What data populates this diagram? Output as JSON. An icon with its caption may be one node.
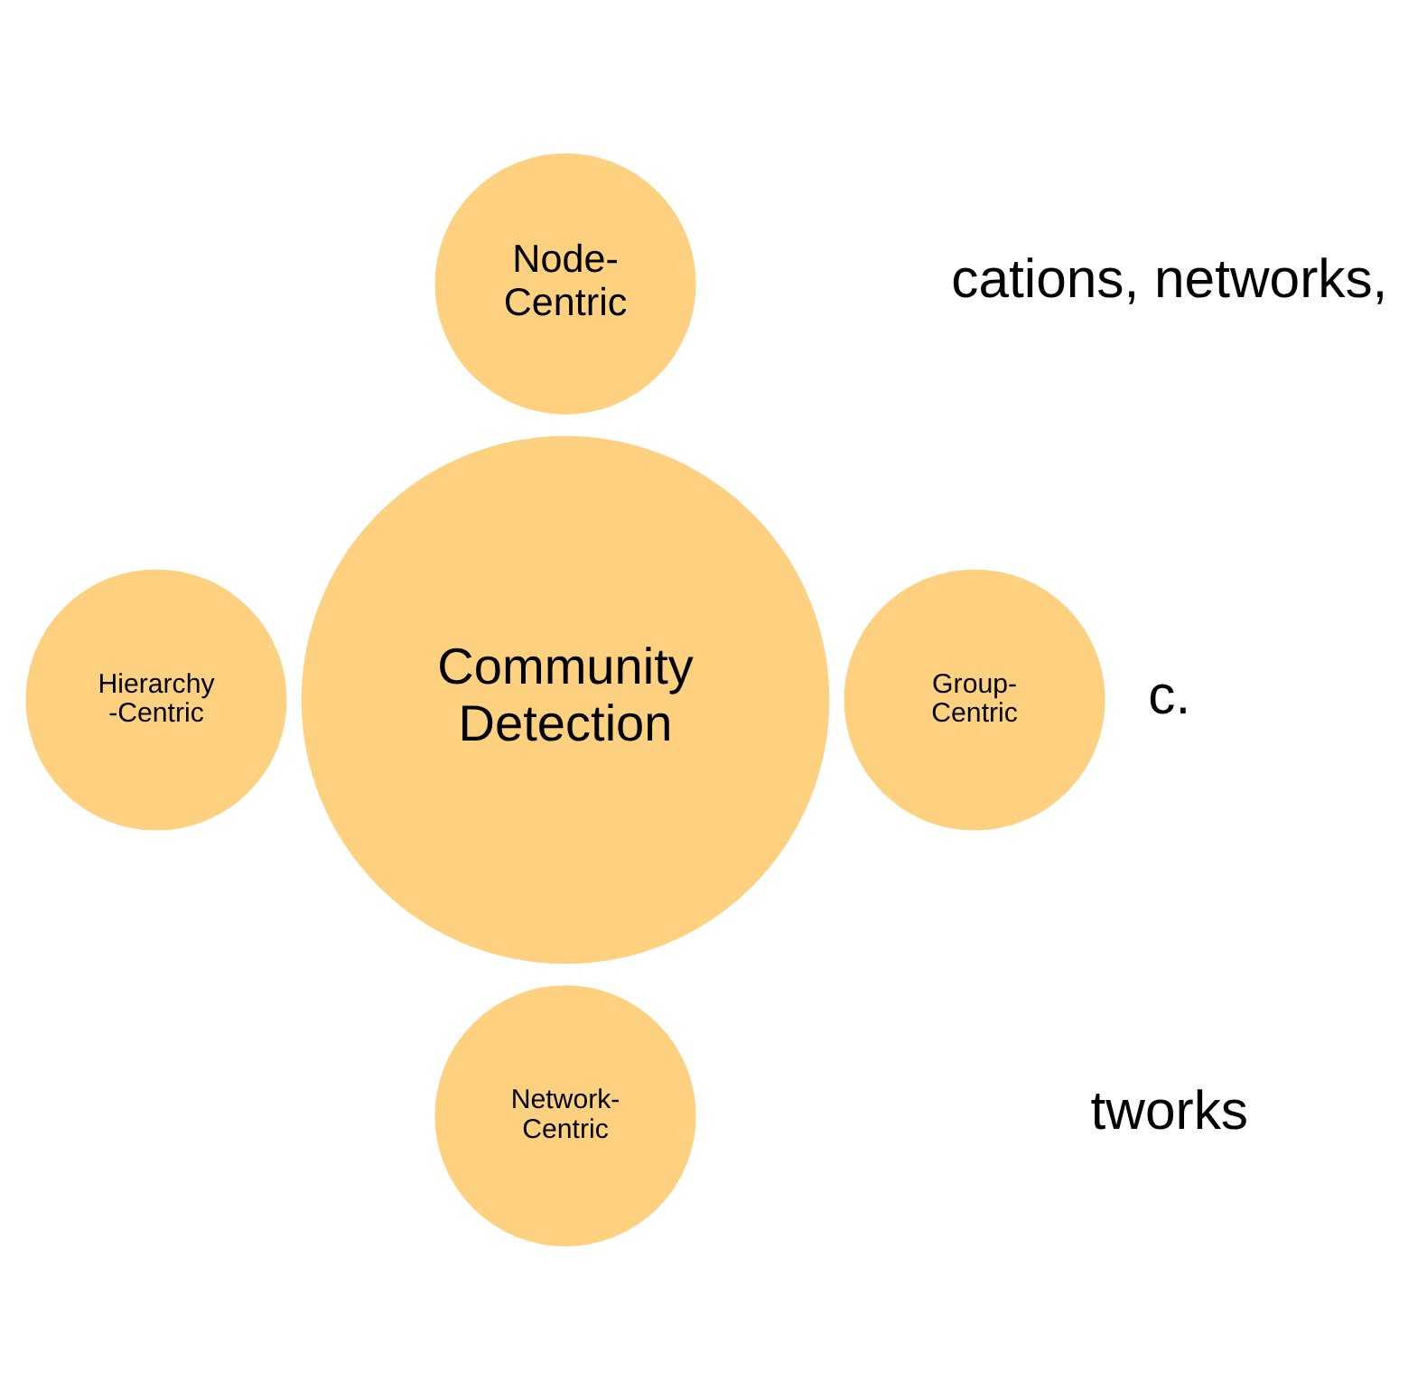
{
  "diagram": {
    "nodes": [
      {
        "text": [
          "Node-Centric"
        ]
      },
      {
        "text": [
          "Hierarchy -Centric"
        ]
      },
      {
        "text": [
          "Community Detection"
        ]
      },
      {
        "text": [
          "Group-Centric"
        ]
      },
      {
        "text": [
          "Network-Centric"
        ]
      }
    ],
    "labels": [
      "cations, networks,",
      "c.",
      "tworks"
    ]
  }
}
